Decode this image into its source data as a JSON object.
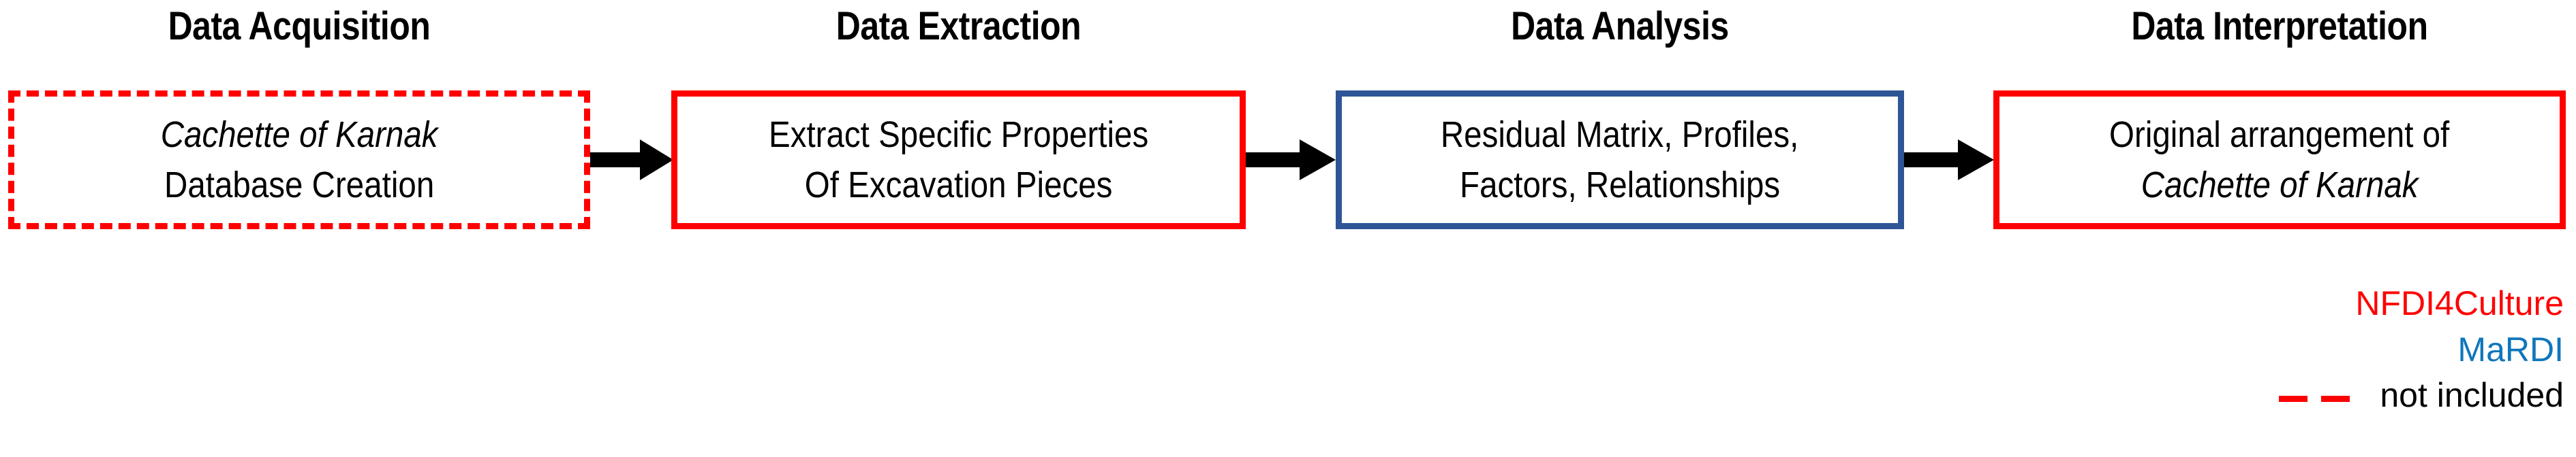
{
  "diagram": {
    "type": "process-flow",
    "stages": [
      {
        "title": "Data Acquisition",
        "border_style": "dashed",
        "border_color": "#FF0000",
        "lines": [
          {
            "text": "Cachette of Karnak",
            "italic": true
          },
          {
            "text": "Database Creation",
            "italic": false
          }
        ]
      },
      {
        "title": "Data Extraction",
        "border_style": "solid",
        "border_color": "#FF0000",
        "lines": [
          {
            "text": "Extract Specific Properties",
            "italic": false
          },
          {
            "text": "Of Excavation Pieces",
            "italic": false
          }
        ]
      },
      {
        "title": "Data Analysis",
        "border_style": "solid",
        "border_color": "#2E5596",
        "lines": [
          {
            "text": "Residual Matrix, Profiles,",
            "italic": false
          },
          {
            "text": "Factors, Relationships",
            "italic": false
          }
        ]
      },
      {
        "title": "Data Interpretation",
        "border_style": "solid",
        "border_color": "#FF0000",
        "lines": [
          {
            "text": "Original arrangement of",
            "italic": false
          },
          {
            "text": "Cachette of Karnak",
            "italic": true
          }
        ]
      }
    ],
    "connectors": [
      {
        "from": "Data Acquisition",
        "to": "Data Extraction",
        "style": "solid-arrow",
        "color": "#000000"
      },
      {
        "from": "Data Extraction",
        "to": "Data Analysis",
        "style": "solid-arrow",
        "color": "#000000"
      },
      {
        "from": "Data Analysis",
        "to": "Data Interpretation",
        "style": "solid-arrow",
        "color": "#000000"
      }
    ]
  },
  "legend": {
    "items": [
      {
        "label": "NFDI4Culture",
        "color": "#FF0000",
        "swatch": "none"
      },
      {
        "label": "MaRDI",
        "color": "#0F76BC",
        "swatch": "none"
      },
      {
        "label": "not included",
        "color": "#000000",
        "swatch": "red-dashes"
      }
    ]
  }
}
